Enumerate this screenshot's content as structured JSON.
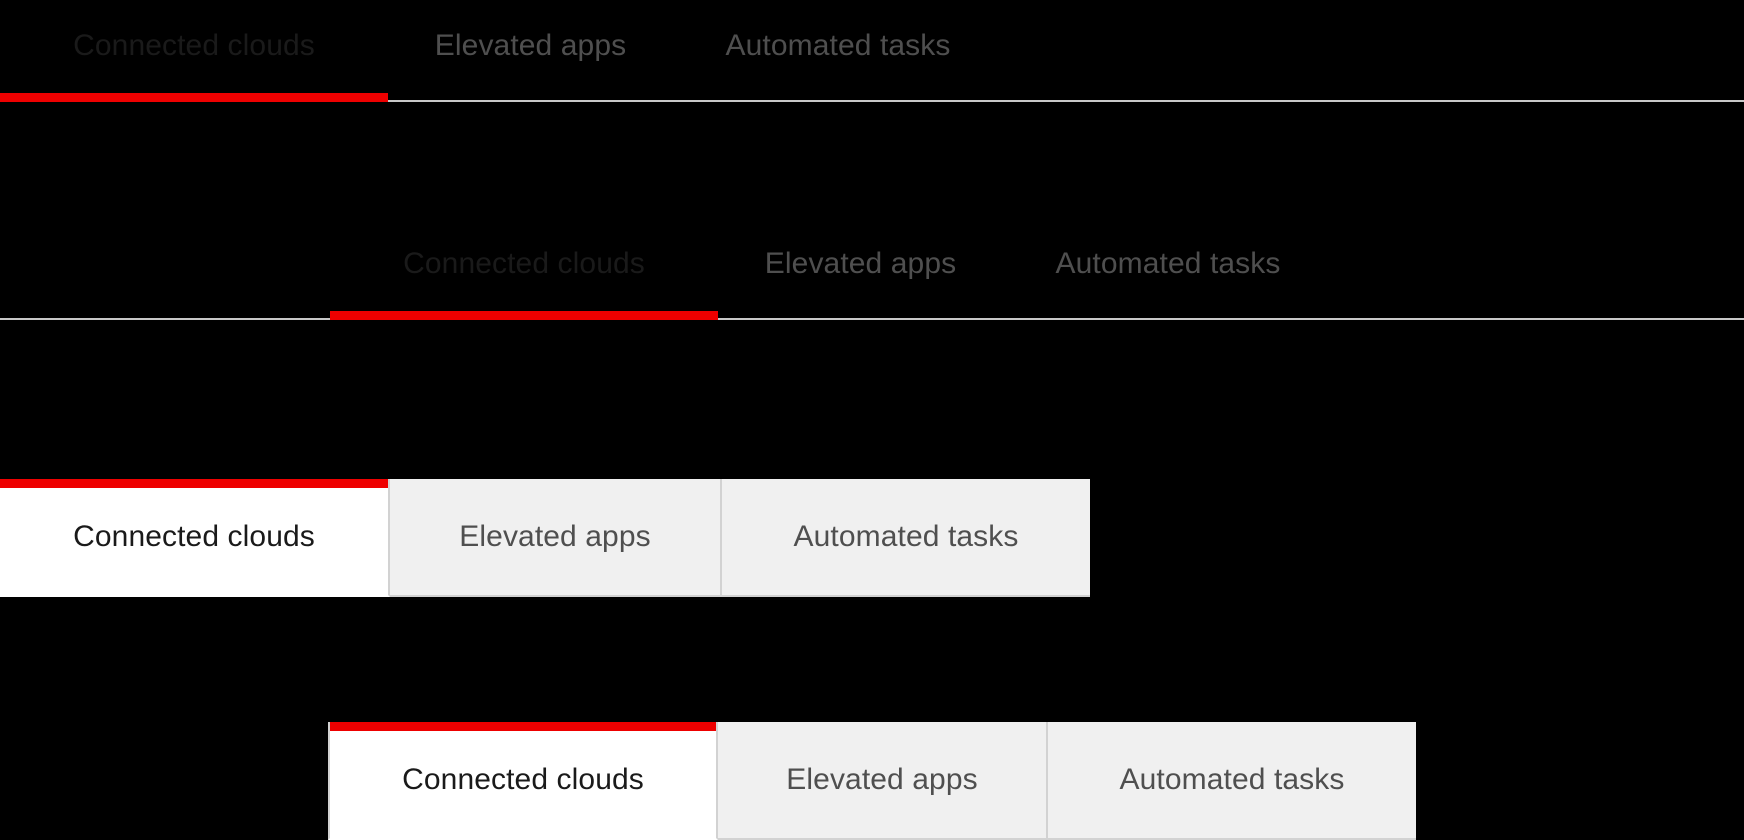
{
  "theme": {
    "page_background": "#000000",
    "accent_color": "#ee0000",
    "active_text_color": "#1a1a1a",
    "inactive_text_color": "#4f4f4f",
    "inactive_tab_background": "#f0f0f0",
    "active_tab_background": "#ffffff",
    "divider_color": "#d2d2d2",
    "rail_color": "#c8c8c8"
  },
  "tab_labels": {
    "connected_clouds": "Connected clouds",
    "elevated_apps": "Elevated apps",
    "automated_tasks": "Automated tasks"
  },
  "variants": [
    {
      "name": "underline-tabs-left-aligned",
      "style": "underline",
      "selected_index": 0,
      "tabs": [
        {
          "label": "Connected clouds",
          "selected": true
        },
        {
          "label": "Elevated apps",
          "selected": false
        },
        {
          "label": "Automated tasks",
          "selected": false
        }
      ]
    },
    {
      "name": "underline-tabs-indented",
      "style": "underline",
      "selected_index": 0,
      "tabs": [
        {
          "label": "Connected clouds",
          "selected": true
        },
        {
          "label": "Elevated apps",
          "selected": false
        },
        {
          "label": "Automated tasks",
          "selected": false
        }
      ]
    },
    {
      "name": "boxed-tabs-left-aligned",
      "style": "boxed",
      "selected_index": 0,
      "tabs": [
        {
          "label": "Connected clouds",
          "selected": true
        },
        {
          "label": "Elevated apps",
          "selected": false
        },
        {
          "label": "Automated tasks",
          "selected": false
        }
      ]
    },
    {
      "name": "boxed-tabs-indented",
      "style": "boxed",
      "selected_index": 0,
      "tabs": [
        {
          "label": "Connected clouds",
          "selected": true
        },
        {
          "label": "Elevated apps",
          "selected": false
        },
        {
          "label": "Automated tasks",
          "selected": false
        }
      ]
    }
  ]
}
